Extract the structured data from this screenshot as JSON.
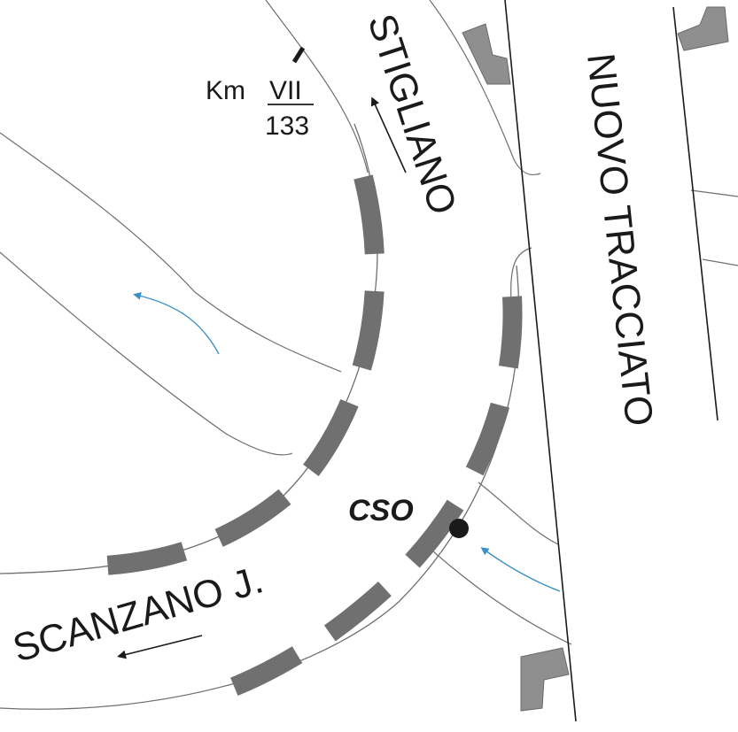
{
  "labels": {
    "stigliano": "STIGLIANO",
    "nuovo_tracciato": "NUOVO TRACCIATO",
    "scanzano": "SCANZANO J.",
    "km_prefix": "Km",
    "km_numerator": "VII",
    "km_denominator": "133",
    "cso": "CSO"
  },
  "colors": {
    "background": "#ffffff",
    "line": "#6f6f6f",
    "ink": "#1a1a1a",
    "embankment": "#707070",
    "abutment": "#8f8f8f",
    "water_flow": "#3a8fc4"
  }
}
